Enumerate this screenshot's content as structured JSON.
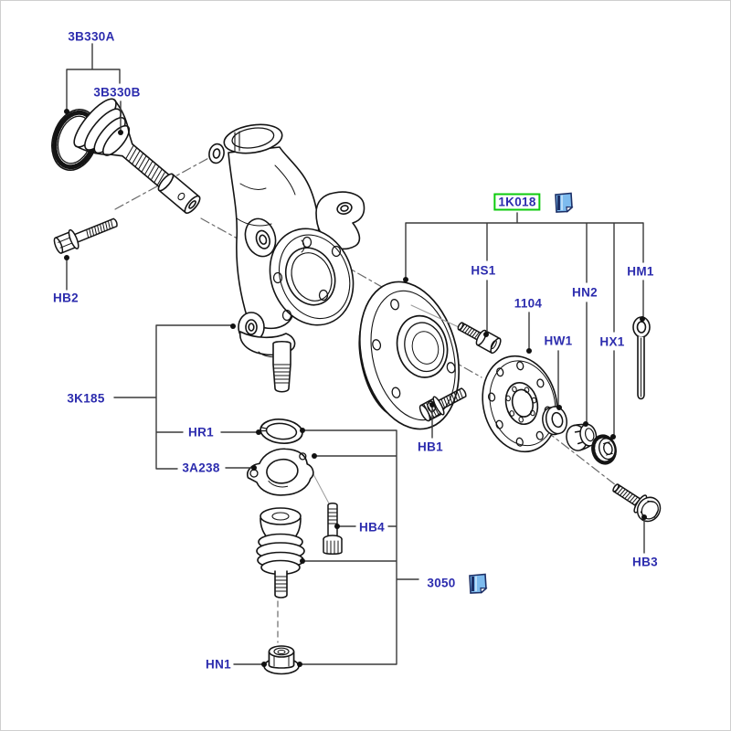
{
  "diagram": {
    "kind": "exploded-parts-diagram",
    "subject": "front wheel knuckle and hub assembly",
    "selected_part": "1K018",
    "highlight_border_color": "#0ecb0e",
    "label_text_color": "#2c2cae",
    "line_color": "#141414",
    "background_color": "#ffffff"
  },
  "labels": [
    {
      "id": "3B330A",
      "text": "3B330A"
    },
    {
      "id": "3B330B",
      "text": "3B330B"
    },
    {
      "id": "HB2",
      "text": "HB2"
    },
    {
      "id": "3K185",
      "text": "3K185"
    },
    {
      "id": "HR1",
      "text": "HR1"
    },
    {
      "id": "3A238",
      "text": "3A238"
    },
    {
      "id": "HB4",
      "text": "HB4"
    },
    {
      "id": "HN1",
      "text": "HN1"
    },
    {
      "id": "3050",
      "text": "3050"
    },
    {
      "id": "1K018",
      "text": "1K018",
      "highlighted": true
    },
    {
      "id": "HS1",
      "text": "HS1"
    },
    {
      "id": "1104",
      "text": "1104"
    },
    {
      "id": "HN2",
      "text": "HN2"
    },
    {
      "id": "HW1",
      "text": "HW1"
    },
    {
      "id": "HX1",
      "text": "HX1"
    },
    {
      "id": "HM1",
      "text": "HM1"
    },
    {
      "id": "HB1",
      "text": "HB1"
    },
    {
      "id": "HB3",
      "text": "HB3"
    }
  ],
  "icons": [
    {
      "name": "photo-attachment-icon",
      "near_label": "1K018"
    },
    {
      "name": "photo-attachment-icon",
      "near_label": "3050"
    }
  ]
}
